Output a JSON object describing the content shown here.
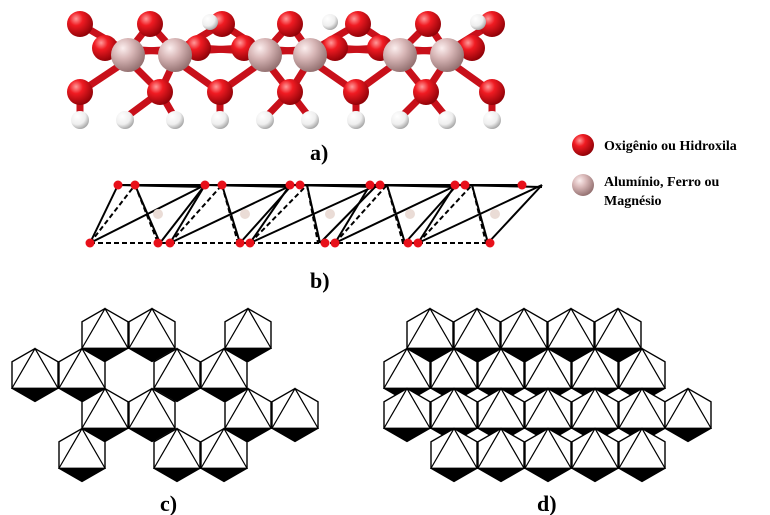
{
  "panels": {
    "a": "a)",
    "b": "b)",
    "c": "c)",
    "d": "d)"
  },
  "legend": {
    "oxygen": "Oxigênio ou Hidroxila",
    "metal_line1": "Alumínio, Ferro ou",
    "metal_line2": "Magnésio"
  },
  "colors": {
    "oxygen": "#e8101a",
    "oxygen_dark": "#8a0006",
    "metal": "#d9b8b8",
    "metal_dark": "#8f6c6c",
    "hydrogen": "#f4f4f4",
    "bond_line": "#000000"
  }
}
